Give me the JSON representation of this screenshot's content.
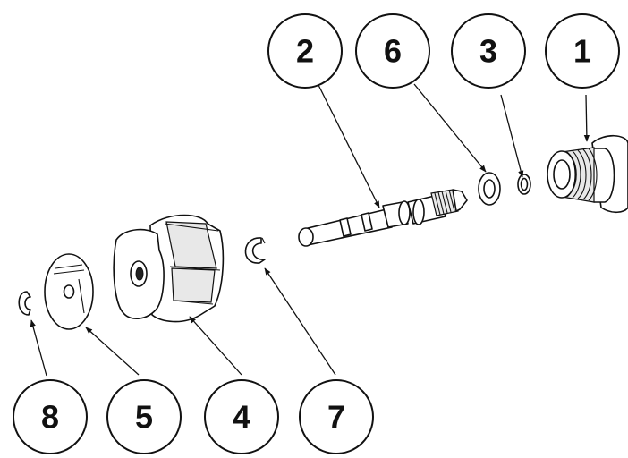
{
  "callouts": [
    {
      "id": "c2",
      "label": "2"
    },
    {
      "id": "c6",
      "label": "6"
    },
    {
      "id": "c3",
      "label": "3"
    },
    {
      "id": "c1",
      "label": "1"
    },
    {
      "id": "c8",
      "label": "8"
    },
    {
      "id": "c5",
      "label": "5"
    },
    {
      "id": "c4",
      "label": "4"
    },
    {
      "id": "c7",
      "label": "7"
    }
  ],
  "colors": {
    "line": "#111111",
    "background": "#ffffff"
  }
}
